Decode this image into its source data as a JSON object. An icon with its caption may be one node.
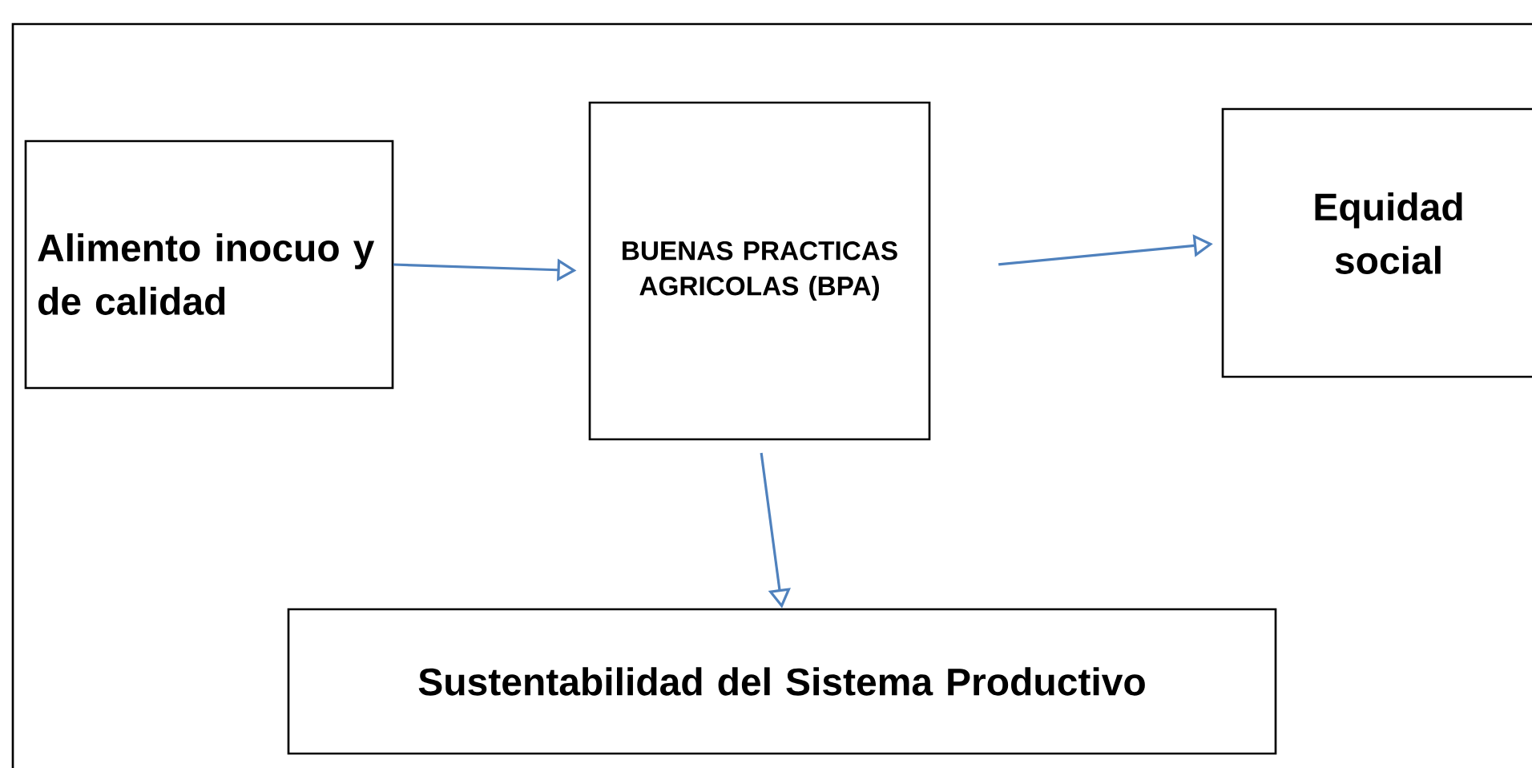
{
  "diagram": {
    "nodes": [
      {
        "text": [
          "Alimento inocuo y de calidad"
        ]
      },
      {
        "text": [
          "BUENAS PRACTICAS AGRICOLAS (BPA)"
        ]
      },
      {
        "text": [
          "Equidad social"
        ]
      },
      {
        "text": [
          "Sustentabilidad del Sistema Productivo"
        ]
      }
    ],
    "edges": [
      {
        "from": 0,
        "to": 1,
        "arrow": "to"
      },
      {
        "from": 1,
        "to": 2,
        "arrow": "to"
      },
      {
        "from": 1,
        "to": 3,
        "arrow": "to"
      }
    ]
  }
}
